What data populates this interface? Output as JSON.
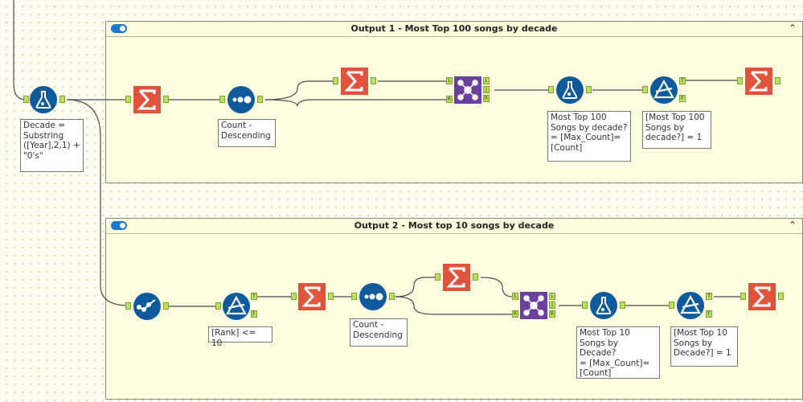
{
  "containers": [
    {
      "title": "Output 1 - Most Top 100 songs by decade"
    },
    {
      "title": "Output 2 - Most top 10 songs by decade"
    }
  ],
  "annotations": {
    "formula_decade": "Decade =\nSubstring\n([Year],2,1) +\n\"0's\"",
    "sort1": "Count -\nDescending",
    "formula1": "Most Top 100\nSongs by decade?\n= [Max_Count]=\n[Count]",
    "filter1": "[Most Top 100\nSongs by\ndecade?] = 1",
    "filter_rank": "[Rank] <= 10",
    "sort2": "Count -\nDescending",
    "formula2": "Most Top 10\nSongs by Decade?\n= [Max_Count]=\n[Count]",
    "filter2": "[Most Top 10\nSongs by\nDecade?] = 1"
  },
  "anchor_labels": {
    "true": "T",
    "false": "F",
    "left": "L",
    "right": "R",
    "join": "J"
  },
  "colors": {
    "summarize": "#e0533d",
    "sort": "#0f5a9c",
    "join": "#6b3fa0",
    "formula": "#0f5a9c",
    "filter": "#0f5a9c",
    "anchor": "#b9e25a",
    "toggle": "#1777d2"
  },
  "icons": {
    "summarize": "sigma-icon",
    "sort": "sort-dots-icon",
    "join": "join-icon",
    "formula": "flask-icon",
    "filter": "filter-triangle-icon",
    "sample": "sample-line-icon",
    "collapse": "chevron-up-icon"
  }
}
